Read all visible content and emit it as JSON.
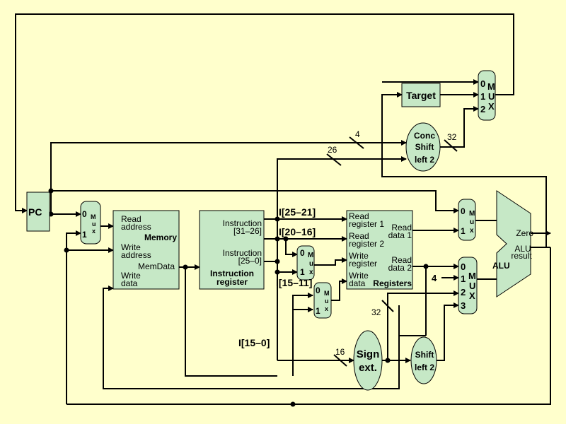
{
  "pc": "PC",
  "target": "Target",
  "concat": [
    "Conc",
    "Shift",
    "left 2"
  ],
  "sign_ext": [
    "Sign",
    "ext."
  ],
  "shift_left": [
    "Shift",
    "left 2"
  ],
  "memory": {
    "read_address": [
      "Read",
      "address"
    ],
    "title": "Memory",
    "write_address": [
      "Write",
      "address"
    ],
    "mem_data": "MemData",
    "write_data": [
      "Write",
      "data"
    ]
  },
  "instruction_register": {
    "field1": [
      "Instruction",
      "[31–26]"
    ],
    "field2": [
      "Instruction",
      "[25–0]"
    ],
    "title": [
      "Instruction",
      "register"
    ]
  },
  "registers": {
    "read_reg1": [
      "Read",
      "register 1"
    ],
    "read_reg2": [
      "Read",
      "register 2"
    ],
    "write_register": [
      "Write",
      "register"
    ],
    "write_data": [
      "Write",
      "data"
    ],
    "read_data1": [
      "Read",
      "data 1"
    ],
    "read_data2": [
      "Read",
      "data 2"
    ],
    "title": "Registers"
  },
  "alu": {
    "title": "ALU",
    "zero": "Zero",
    "result": [
      "ALU",
      "result"
    ]
  },
  "mux_letters": [
    "M",
    "u",
    "x"
  ],
  "mux_large_letters": [
    "M",
    "U",
    "X"
  ],
  "mux_inputs": {
    "pc_mux": [
      "0",
      "1"
    ],
    "regdst_a": [
      "0",
      "1"
    ],
    "regdst_b": [
      "0",
      "1"
    ],
    "alu_a": [
      "0",
      "1"
    ],
    "alu_b": [
      "0",
      "1",
      "2",
      "3"
    ],
    "pc_source": [
      "0",
      "1",
      "2"
    ]
  },
  "field_labels": {
    "rs": "I[25–21]",
    "rt": "I[20–16]",
    "rd": "I[15–11]",
    "imm": "I[15–0]"
  },
  "bus_widths": {
    "concat_in": "4",
    "jump_field": "26",
    "concat_out": "32",
    "imm": "16",
    "signext_out": "32",
    "const4": "4"
  }
}
